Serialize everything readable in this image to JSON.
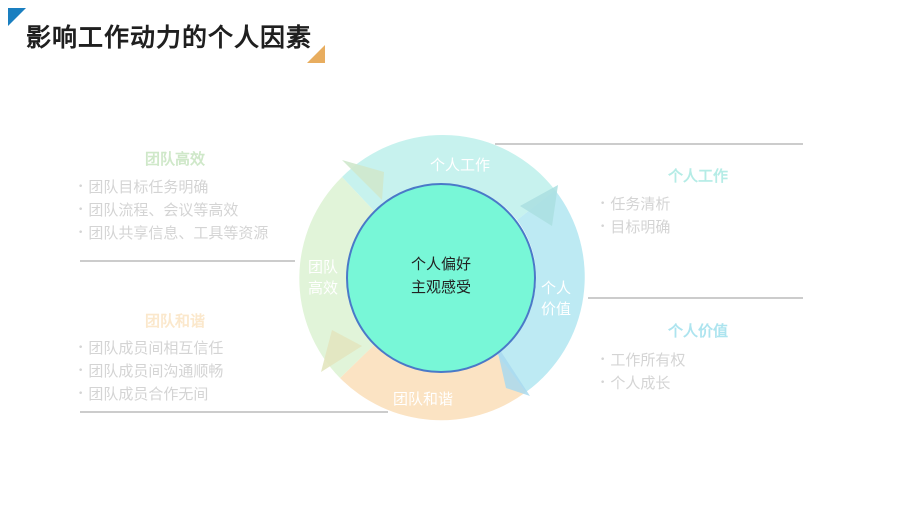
{
  "header": {
    "title": "影响工作动力的个人因素"
  },
  "colors": {
    "accent_blue": "#1a7fc0",
    "accent_orange": "#e8ad5f",
    "segment_work": "#c7f2ee",
    "segment_value": "#bdeaf3",
    "segment_harmony": "#fbe3c3",
    "segment_efficiency": "#e1f4d9",
    "center_fill": "#78f7d7",
    "center_stroke": "#4a79c8"
  },
  "diagram": {
    "center": {
      "line1": "个人偏好",
      "line2": "主观感受"
    },
    "segments": {
      "work": "个人工作",
      "value_line1": "个人",
      "value_line2": "价值",
      "harmony": "团队和谐",
      "efficiency_line1": "团队",
      "efficiency_line2": "高效"
    }
  },
  "sections": {
    "team_efficiency": {
      "title": "团队高效",
      "items": [
        "团队目标任务明确",
        "团队流程、会议等高效",
        "团队共享信息、工具等资源"
      ]
    },
    "team_harmony": {
      "title": "团队和谐",
      "items": [
        "团队成员间相互信任",
        "团队成员间沟通顺畅",
        "团队成员合作无间"
      ]
    },
    "personal_work": {
      "title": "个人工作",
      "items": [
        "任务清析",
        "目标明确"
      ]
    },
    "personal_value": {
      "title": "个人价值",
      "items": [
        "工作所有权",
        "个人成长"
      ]
    }
  }
}
